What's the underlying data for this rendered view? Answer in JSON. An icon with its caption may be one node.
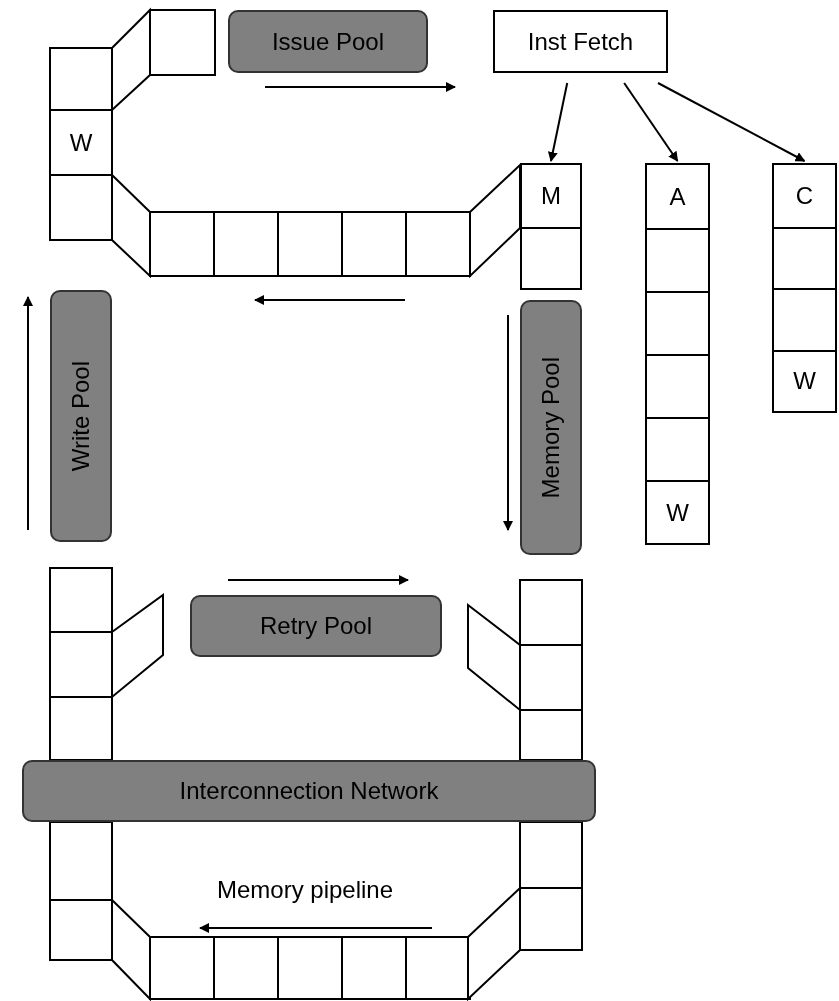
{
  "diagram": {
    "nodes": [
      {
        "text": [
          "Issue Pool"
        ]
      },
      {
        "text": [
          "Inst Fetch"
        ]
      },
      {
        "text": [
          "M"
        ]
      },
      {
        "text": [
          "A",
          "W"
        ]
      },
      {
        "text": [
          "C",
          "W"
        ]
      },
      {
        "text": [
          "Write Pool"
        ]
      },
      {
        "text": [
          "Memory Pool"
        ]
      },
      {
        "text": [
          "Retry Pool"
        ]
      },
      {
        "text": [
          "Interconnection Network"
        ]
      }
    ],
    "edges": [
      {
        "from": 1,
        "to": 2,
        "arrow": "to"
      },
      {
        "from": 1,
        "to": 3,
        "arrow": "to"
      },
      {
        "from": 1,
        "to": 4,
        "arrow": "to"
      }
    ],
    "labels": [
      "W",
      "Memory pipeline"
    ]
  }
}
